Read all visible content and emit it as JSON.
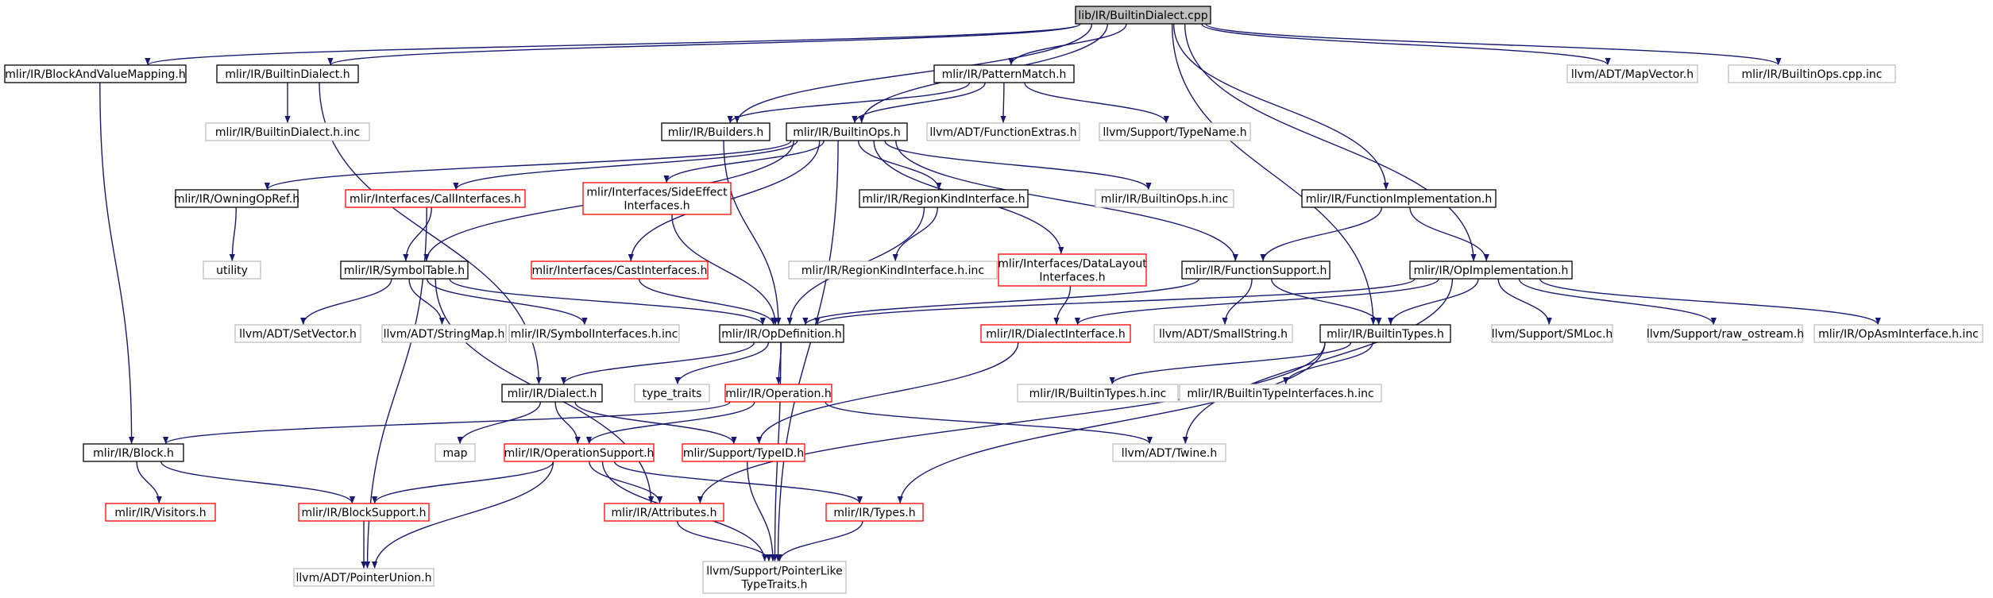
{
  "graph": {
    "colors": {
      "edge": "#191970",
      "root_fill": "#bfbfbf",
      "root_border": "#000000",
      "documented_border": "#000000",
      "incomplete_border": "#ff0000",
      "undocumented_border": "#bfbfbf",
      "node_fill": "#ffffff"
    },
    "nodes": [
      {
        "id": "root",
        "label": [
          "lib/IR/BuiltinDialect.cpp"
        ],
        "kind": "root"
      },
      {
        "id": "blockvm",
        "label": [
          "mlir/IR/BlockAndValueMapping.h"
        ],
        "kind": "documented"
      },
      {
        "id": "bdialect",
        "label": [
          "mlir/IR/BuiltinDialect.h"
        ],
        "kind": "documented"
      },
      {
        "id": "bdialectinc",
        "label": [
          "mlir/IR/BuiltinDialect.h.inc"
        ],
        "kind": "undocumented"
      },
      {
        "id": "patternmatch",
        "label": [
          "mlir/IR/PatternMatch.h"
        ],
        "kind": "documented"
      },
      {
        "id": "builders",
        "label": [
          "mlir/IR/Builders.h"
        ],
        "kind": "documented"
      },
      {
        "id": "builtinops",
        "label": [
          "mlir/IR/BuiltinOps.h"
        ],
        "kind": "documented"
      },
      {
        "id": "funcextras",
        "label": [
          "llvm/ADT/FunctionExtras.h"
        ],
        "kind": "undocumented"
      },
      {
        "id": "typename",
        "label": [
          "llvm/Support/TypeName.h"
        ],
        "kind": "undocumented"
      },
      {
        "id": "mapvector",
        "label": [
          "llvm/ADT/MapVector.h"
        ],
        "kind": "undocumented"
      },
      {
        "id": "builtinopscpp",
        "label": [
          "mlir/IR/BuiltinOps.cpp.inc"
        ],
        "kind": "undocumented"
      },
      {
        "id": "owningop",
        "label": [
          "mlir/IR/OwningOpRef.h"
        ],
        "kind": "documented"
      },
      {
        "id": "callif",
        "label": [
          "mlir/Interfaces/CallInterfaces.h"
        ],
        "kind": "incomplete"
      },
      {
        "id": "sideeffect",
        "label": [
          "mlir/Interfaces/SideEffect",
          "Interfaces.h"
        ],
        "kind": "incomplete"
      },
      {
        "id": "regionkind",
        "label": [
          "mlir/IR/RegionKindInterface.h"
        ],
        "kind": "documented"
      },
      {
        "id": "builtinopsinc",
        "label": [
          "mlir/IR/BuiltinOps.h.inc"
        ],
        "kind": "undocumented"
      },
      {
        "id": "funcimpl",
        "label": [
          "mlir/IR/FunctionImplementation.h"
        ],
        "kind": "documented"
      },
      {
        "id": "utility",
        "label": [
          "utility"
        ],
        "kind": "undocumented"
      },
      {
        "id": "symtable",
        "label": [
          "mlir/IR/SymbolTable.h"
        ],
        "kind": "documented"
      },
      {
        "id": "castif",
        "label": [
          "mlir/Interfaces/CastInterfaces.h"
        ],
        "kind": "incomplete"
      },
      {
        "id": "regionkindinc",
        "label": [
          "mlir/IR/RegionKindInterface.h.inc"
        ],
        "kind": "undocumented"
      },
      {
        "id": "datalayout",
        "label": [
          "mlir/Interfaces/DataLayout",
          "Interfaces.h"
        ],
        "kind": "incomplete"
      },
      {
        "id": "funcsupport",
        "label": [
          "mlir/IR/FunctionSupport.h"
        ],
        "kind": "documented"
      },
      {
        "id": "opimpl",
        "label": [
          "mlir/IR/OpImplementation.h"
        ],
        "kind": "documented"
      },
      {
        "id": "setvector",
        "label": [
          "llvm/ADT/SetVector.h"
        ],
        "kind": "undocumented"
      },
      {
        "id": "stringmap",
        "label": [
          "llvm/ADT/StringMap.h"
        ],
        "kind": "undocumented"
      },
      {
        "id": "symif",
        "label": [
          "mlir/IR/SymbolInterfaces.h.inc"
        ],
        "kind": "undocumented"
      },
      {
        "id": "opdef",
        "label": [
          "mlir/IR/OpDefinition.h"
        ],
        "kind": "documented"
      },
      {
        "id": "dialectif",
        "label": [
          "mlir/IR/DialectInterface.h"
        ],
        "kind": "incomplete"
      },
      {
        "id": "smallstring",
        "label": [
          "llvm/ADT/SmallString.h"
        ],
        "kind": "undocumented"
      },
      {
        "id": "builtintypes",
        "label": [
          "mlir/IR/BuiltinTypes.h"
        ],
        "kind": "documented"
      },
      {
        "id": "smloc",
        "label": [
          "llvm/Support/SMLoc.h"
        ],
        "kind": "undocumented"
      },
      {
        "id": "rawostream",
        "label": [
          "llvm/Support/raw_ostream.h"
        ],
        "kind": "undocumented"
      },
      {
        "id": "opasm",
        "label": [
          "mlir/IR/OpAsmInterface.h.inc"
        ],
        "kind": "undocumented"
      },
      {
        "id": "dialect",
        "label": [
          "mlir/IR/Dialect.h"
        ],
        "kind": "documented"
      },
      {
        "id": "typetraits",
        "label": [
          "type_traits"
        ],
        "kind": "undocumented"
      },
      {
        "id": "operation",
        "label": [
          "mlir/IR/Operation.h"
        ],
        "kind": "incomplete"
      },
      {
        "id": "builtintypesinc",
        "label": [
          "mlir/IR/BuiltinTypes.h.inc"
        ],
        "kind": "undocumented"
      },
      {
        "id": "builtintypeif",
        "label": [
          "mlir/IR/BuiltinTypeInterfaces.h.inc"
        ],
        "kind": "undocumented"
      },
      {
        "id": "block",
        "label": [
          "mlir/IR/Block.h"
        ],
        "kind": "documented"
      },
      {
        "id": "map",
        "label": [
          "map"
        ],
        "kind": "undocumented"
      },
      {
        "id": "opsupport",
        "label": [
          "mlir/IR/OperationSupport.h"
        ],
        "kind": "incomplete"
      },
      {
        "id": "typeid",
        "label": [
          "mlir/Support/TypeID.h"
        ],
        "kind": "incomplete"
      },
      {
        "id": "twine",
        "label": [
          "llvm/ADT/Twine.h"
        ],
        "kind": "undocumented"
      },
      {
        "id": "visitors",
        "label": [
          "mlir/IR/Visitors.h"
        ],
        "kind": "incomplete"
      },
      {
        "id": "blocksupport",
        "label": [
          "mlir/IR/BlockSupport.h"
        ],
        "kind": "incomplete"
      },
      {
        "id": "attributes",
        "label": [
          "mlir/IR/Attributes.h"
        ],
        "kind": "incomplete"
      },
      {
        "id": "types",
        "label": [
          "mlir/IR/Types.h"
        ],
        "kind": "incomplete"
      },
      {
        "id": "pointerunion",
        "label": [
          "llvm/ADT/PointerUnion.h"
        ],
        "kind": "undocumented"
      },
      {
        "id": "pointerlike",
        "label": [
          "llvm/Support/PointerLike",
          "TypeTraits.h"
        ],
        "kind": "undocumented"
      }
    ],
    "edges": [
      [
        "root",
        "blockvm"
      ],
      [
        "root",
        "bdialect"
      ],
      [
        "root",
        "patternmatch"
      ],
      [
        "root",
        "builders"
      ],
      [
        "root",
        "builtinops"
      ],
      [
        "root",
        "mapvector"
      ],
      [
        "root",
        "builtinopscpp"
      ],
      [
        "root",
        "funcimpl"
      ],
      [
        "root",
        "opimpl"
      ],
      [
        "root",
        "builtintypes"
      ],
      [
        "blockvm",
        "block"
      ],
      [
        "bdialect",
        "bdialectinc"
      ],
      [
        "bdialect",
        "dialect"
      ],
      [
        "patternmatch",
        "builders"
      ],
      [
        "patternmatch",
        "builtinops"
      ],
      [
        "patternmatch",
        "funcextras"
      ],
      [
        "patternmatch",
        "typename"
      ],
      [
        "builders",
        "opdef"
      ],
      [
        "builtinops",
        "owningop"
      ],
      [
        "builtinops",
        "callif"
      ],
      [
        "builtinops",
        "sideeffect"
      ],
      [
        "builtinops",
        "regionkind"
      ],
      [
        "builtinops",
        "builtinopsinc"
      ],
      [
        "builtinops",
        "symtable"
      ],
      [
        "builtinops",
        "castif"
      ],
      [
        "builtinops",
        "datalayout"
      ],
      [
        "builtinops",
        "funcsupport"
      ],
      [
        "builtinops",
        "pointerlike"
      ],
      [
        "owningop",
        "utility"
      ],
      [
        "callif",
        "symtable"
      ],
      [
        "callif",
        "pointerunion"
      ],
      [
        "sideeffect",
        "opdef"
      ],
      [
        "regionkind",
        "regionkindinc"
      ],
      [
        "regionkind",
        "opdef"
      ],
      [
        "funcimpl",
        "funcsupport"
      ],
      [
        "funcimpl",
        "opimpl"
      ],
      [
        "symtable",
        "setvector"
      ],
      [
        "symtable",
        "stringmap"
      ],
      [
        "symtable",
        "symif"
      ],
      [
        "symtable",
        "opdef"
      ],
      [
        "symtable",
        "attributes"
      ],
      [
        "castif",
        "opdef"
      ],
      [
        "datalayout",
        "dialectif"
      ],
      [
        "funcsupport",
        "opdef"
      ],
      [
        "funcsupport",
        "smallstring"
      ],
      [
        "funcsupport",
        "builtintypes"
      ],
      [
        "opimpl",
        "opdef"
      ],
      [
        "opimpl",
        "dialectif"
      ],
      [
        "opimpl",
        "builtintypes"
      ],
      [
        "opimpl",
        "smloc"
      ],
      [
        "opimpl",
        "rawostream"
      ],
      [
        "opimpl",
        "opasm"
      ],
      [
        "opimpl",
        "twine"
      ],
      [
        "opdef",
        "dialect"
      ],
      [
        "opdef",
        "typetraits"
      ],
      [
        "opdef",
        "operation"
      ],
      [
        "opdef",
        "pointerlike"
      ],
      [
        "dialectif",
        "typeid"
      ],
      [
        "builtintypes",
        "builtintypesinc"
      ],
      [
        "builtintypes",
        "builtintypeif"
      ],
      [
        "builtintypes",
        "attributes"
      ],
      [
        "builtintypes",
        "types"
      ],
      [
        "dialect",
        "map"
      ],
      [
        "dialect",
        "opsupport"
      ],
      [
        "dialect",
        "typeid"
      ],
      [
        "operation",
        "block"
      ],
      [
        "operation",
        "opsupport"
      ],
      [
        "operation",
        "twine"
      ],
      [
        "block",
        "visitors"
      ],
      [
        "block",
        "blocksupport"
      ],
      [
        "opsupport",
        "blocksupport"
      ],
      [
        "opsupport",
        "attributes"
      ],
      [
        "opsupport",
        "types"
      ],
      [
        "opsupport",
        "pointerunion"
      ],
      [
        "opsupport",
        "pointerlike"
      ],
      [
        "typeid",
        "pointerlike"
      ],
      [
        "blocksupport",
        "pointerunion"
      ],
      [
        "attributes",
        "pointerlike"
      ],
      [
        "types",
        "pointerlike"
      ]
    ]
  }
}
